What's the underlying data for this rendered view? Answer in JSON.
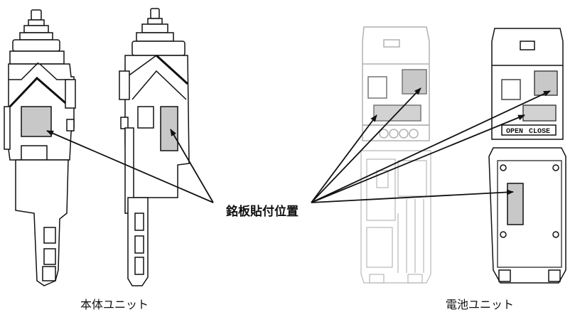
{
  "callout": {
    "label": "銘板貼付位置"
  },
  "captions": {
    "main_unit": "本体ユニット",
    "battery_unit": "電池ユニット"
  },
  "battery_labels": {
    "open": "OPEN",
    "close": "CLOSE"
  },
  "colors": {
    "line": "#111111",
    "faded_line": "#b0b0b0",
    "plate": "#c8c8c8"
  }
}
